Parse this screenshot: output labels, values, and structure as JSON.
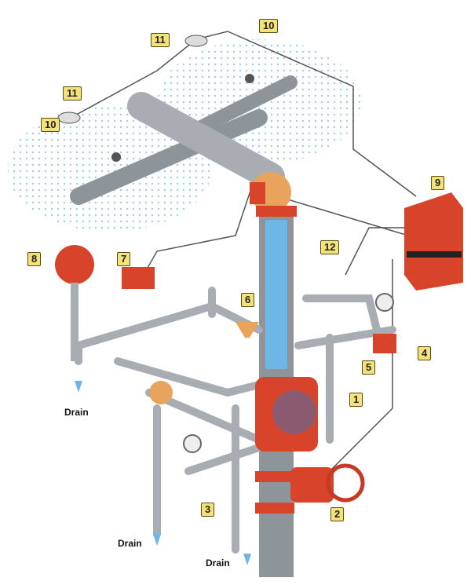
{
  "labels": {
    "l1": "1",
    "l2": "2",
    "l3": "3",
    "l4": "4",
    "l5": "5",
    "l6": "6",
    "l7": "7",
    "l8": "8",
    "l9": "9",
    "l10a": "10",
    "l10b": "10",
    "l11a": "11",
    "l11b": "11",
    "l12": "12"
  },
  "drains": [
    "Drain",
    "Drain",
    "Drain"
  ],
  "colors": {
    "pipe": "#9ea3a8",
    "valve": "#d8442a",
    "brass": "#d9a24a",
    "water": "#6fb6e8",
    "tag": "#f3e27a"
  }
}
